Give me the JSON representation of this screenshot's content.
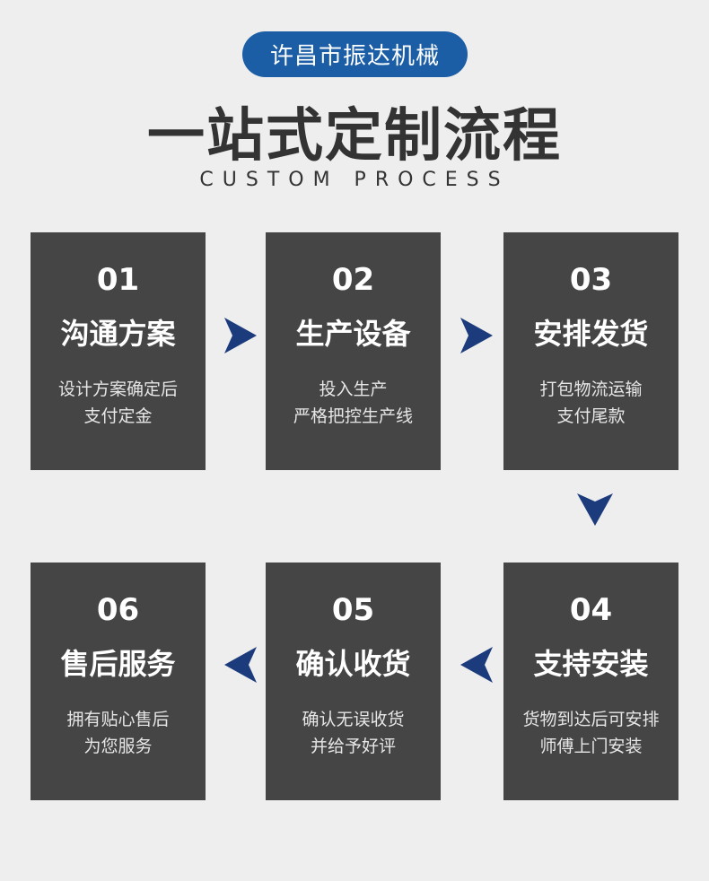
{
  "header": {
    "badge": "许昌市振达机械",
    "title": "一站式定制流程",
    "subtitle": "CUSTOM PROCESS"
  },
  "accent": "#1b3b7c",
  "steps": [
    {
      "num": "01",
      "title": "沟通方案",
      "line1": "设计方案确定后",
      "line2": "支付定金"
    },
    {
      "num": "02",
      "title": "生产设备",
      "line1": "投入生产",
      "line2": "严格把控生产线"
    },
    {
      "num": "03",
      "title": "安排发货",
      "line1": "打包物流运输",
      "line2": "支付尾款"
    },
    {
      "num": "04",
      "title": "支持安装",
      "line1": "货物到达后可安排",
      "line2": "师傅上门安装"
    },
    {
      "num": "05",
      "title": "确认收货",
      "line1": "确认无误收货",
      "line2": "并给予好评"
    },
    {
      "num": "06",
      "title": "售后服务",
      "line1": "拥有贴心售后",
      "line2": "为您服务"
    }
  ]
}
